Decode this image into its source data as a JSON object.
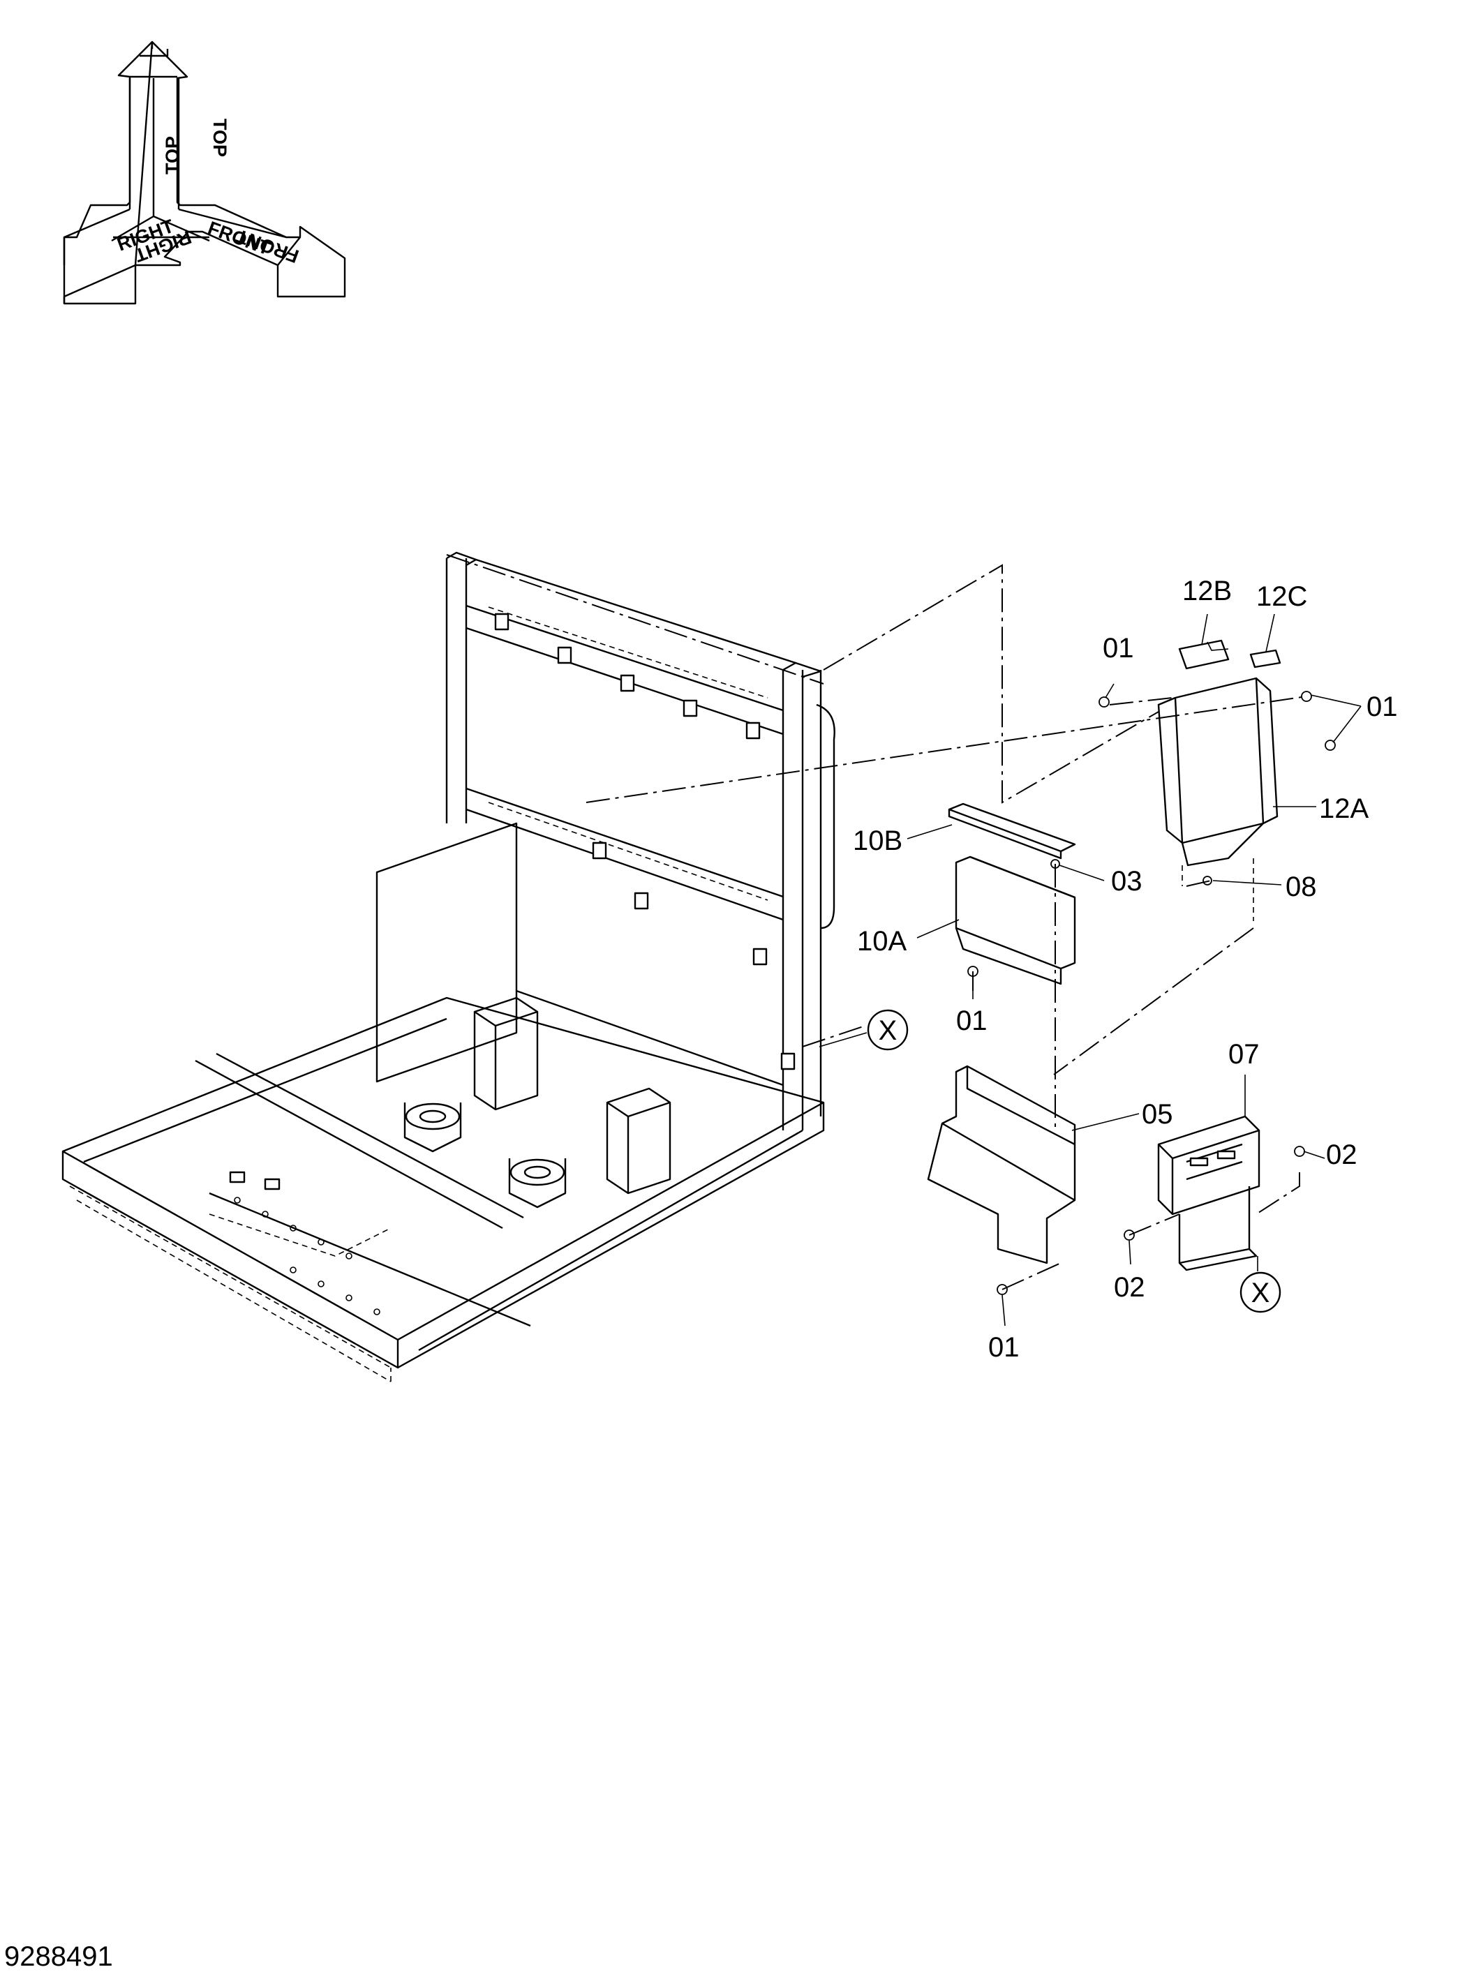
{
  "orientation": {
    "top": "TOP",
    "right": "RIGHT",
    "front": "FRONT"
  },
  "callouts": {
    "c01_top": "01",
    "c12b": "12B",
    "c12c": "12C",
    "c01_right": "01",
    "c12a": "12A",
    "c10b": "10B",
    "c03": "03",
    "c08": "08",
    "c10a": "10A",
    "c01_mid": "01",
    "x_frame": "X",
    "c07": "07",
    "c05": "05",
    "c02_right": "02",
    "c02_bottom": "02",
    "x_bracket": "X",
    "c01_bottom": "01"
  },
  "document_number": "9288491"
}
